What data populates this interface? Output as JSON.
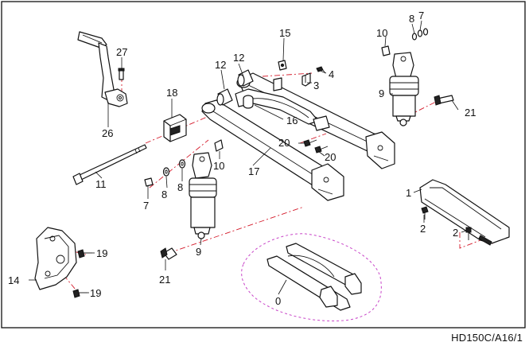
{
  "diagram_code": "HD150C/A16/1",
  "colors": {
    "guide_line": "#d41a2a",
    "assembly_outline": "#c845c8",
    "ink": "#111111"
  },
  "callouts": [
    {
      "id": "c15",
      "text": "15"
    },
    {
      "id": "c27",
      "text": "27"
    },
    {
      "id": "c10a",
      "text": "10"
    },
    {
      "id": "c8a",
      "text": "8"
    },
    {
      "id": "c7a",
      "text": "7"
    },
    {
      "id": "c12a",
      "text": "12"
    },
    {
      "id": "c12b",
      "text": "12"
    },
    {
      "id": "c4",
      "text": "4"
    },
    {
      "id": "c3",
      "text": "3"
    },
    {
      "id": "c18",
      "text": "18"
    },
    {
      "id": "c9a",
      "text": "9"
    },
    {
      "id": "c21a",
      "text": "21"
    },
    {
      "id": "c16",
      "text": "16"
    },
    {
      "id": "c26",
      "text": "26"
    },
    {
      "id": "c20a",
      "text": "20"
    },
    {
      "id": "c20b",
      "text": "20"
    },
    {
      "id": "c10b",
      "text": "10"
    },
    {
      "id": "c17",
      "text": "17"
    },
    {
      "id": "c11",
      "text": "11"
    },
    {
      "id": "c8b",
      "text": "8"
    },
    {
      "id": "c8c",
      "text": "8"
    },
    {
      "id": "c7b",
      "text": "7"
    },
    {
      "id": "c1",
      "text": "1"
    },
    {
      "id": "c2a",
      "text": "2"
    },
    {
      "id": "c2b",
      "text": "2"
    },
    {
      "id": "c19a",
      "text": "19"
    },
    {
      "id": "c14",
      "text": "14"
    },
    {
      "id": "c19b",
      "text": "19"
    },
    {
      "id": "c9b",
      "text": "9"
    },
    {
      "id": "c21b",
      "text": "21"
    },
    {
      "id": "c0",
      "text": "0"
    }
  ]
}
